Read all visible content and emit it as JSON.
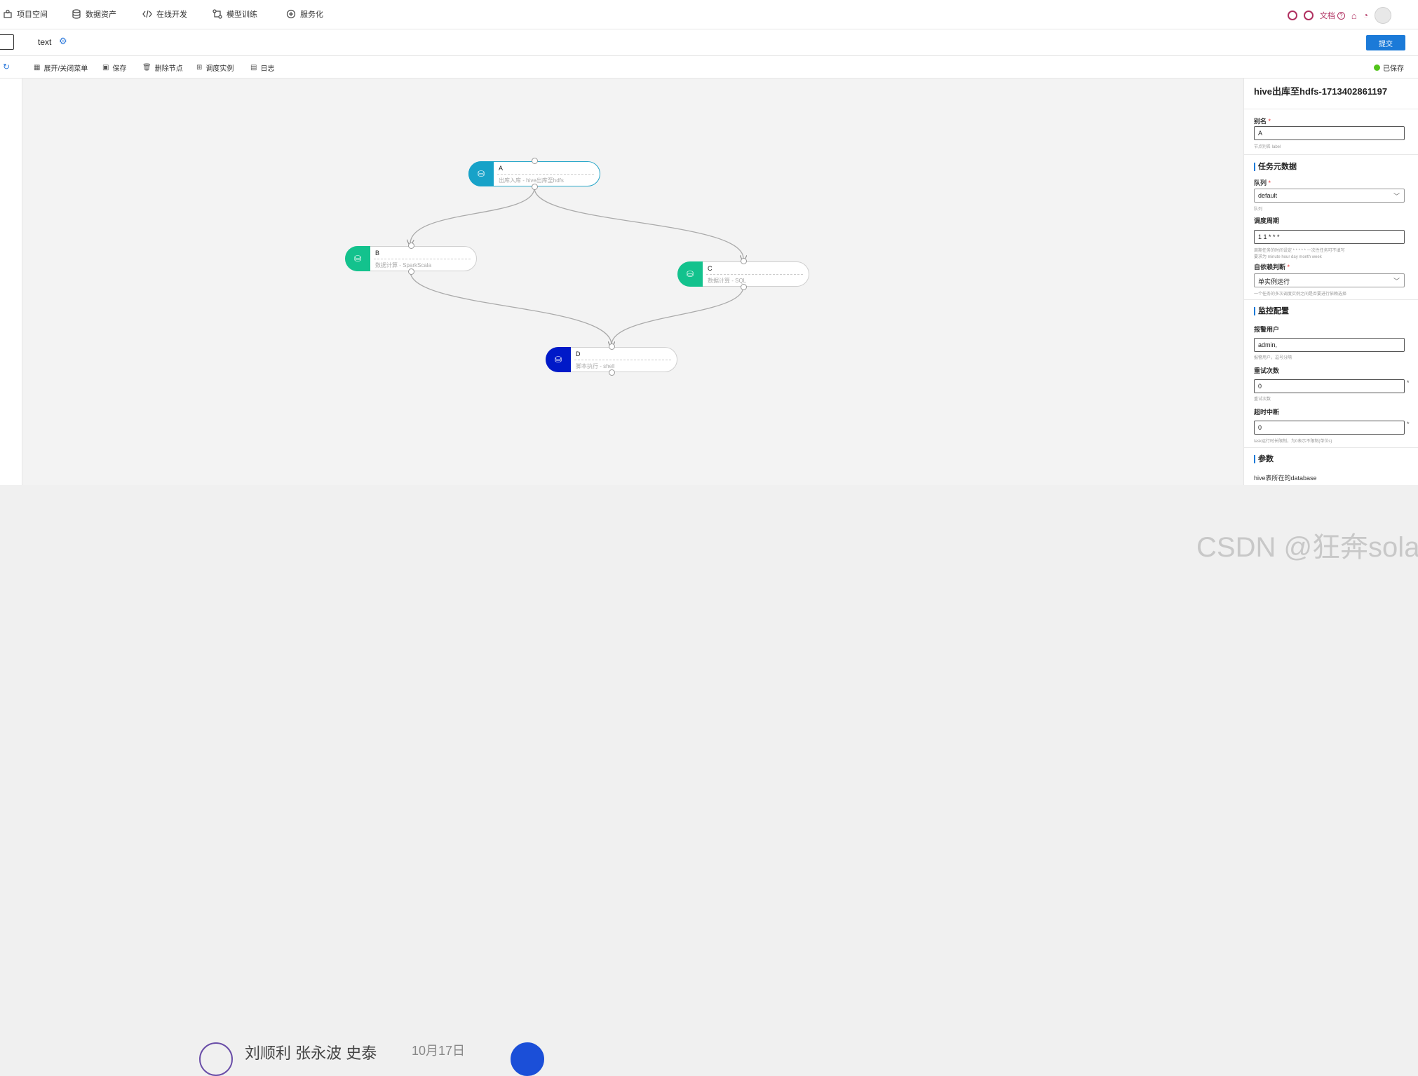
{
  "nav": {
    "items": [
      {
        "label": "项目空间",
        "icon": "project-icon"
      },
      {
        "label": "数据资产",
        "icon": "database-icon"
      },
      {
        "label": "在线开发",
        "icon": "code-icon"
      },
      {
        "label": "模型训练",
        "icon": "model-icon"
      },
      {
        "label": "服务化",
        "icon": "service-icon"
      }
    ],
    "docs_label": "文档",
    "accent": "#b03060"
  },
  "tab": {
    "title": "text",
    "submit_label": "提交"
  },
  "toolbar": {
    "items": [
      "展开/关闭菜单",
      "保存",
      "删除节点",
      "调度实例",
      "日志"
    ],
    "saved_label": "已保存"
  },
  "graph": {
    "nodes": [
      {
        "name": "A",
        "desc": "出库入库 - hive出库至hdfs",
        "color": "#17a2c8"
      },
      {
        "name": "B",
        "desc": "数据计算 - SparkScala",
        "color": "#13c28d"
      },
      {
        "name": "C",
        "desc": "数据计算 - SQL",
        "color": "#13c28d"
      },
      {
        "name": "D",
        "desc": "脚本执行 - shell",
        "color": "#0019c8"
      }
    ]
  },
  "panel": {
    "title": "hive出库至hdfs-1713402861197",
    "alias_label": "别名",
    "alias_value": "A",
    "alias_hint": "节点别名 label",
    "section_meta": "任务元数据",
    "queue_label": "队列",
    "queue_value": "default",
    "queue_hint": "队列",
    "cron_label": "调度周期",
    "cron_value": "1 1 * * *",
    "cron_hint1": "周期任务的时间设定 * * * * * 一次性任务可不填写",
    "cron_hint2": "要求为 minute hour day month week",
    "dep_label": "自依赖判断",
    "dep_value": "单实例运行",
    "dep_hint": "一个任务的多次调度实例之间是否要进行依赖选择",
    "section_monitor": "监控配置",
    "alert_label": "报警用户",
    "alert_value": "admin,",
    "alert_hint": "报警用户，逗号分隔",
    "retry_label": "重试次数",
    "retry_value": "0",
    "retry_hint": "重试次数",
    "timeout_label": "超时中断",
    "timeout_value": "0",
    "timeout_hint": "task运行时长限制，为0表示不限制(单位s)",
    "section_params": "参数",
    "db_label": "hive表所在的database"
  },
  "background": {
    "watermark": "CSDN @狂奔solar",
    "peek_names": "刘顺利 张永波 史泰",
    "peek_date": "10月17日"
  }
}
